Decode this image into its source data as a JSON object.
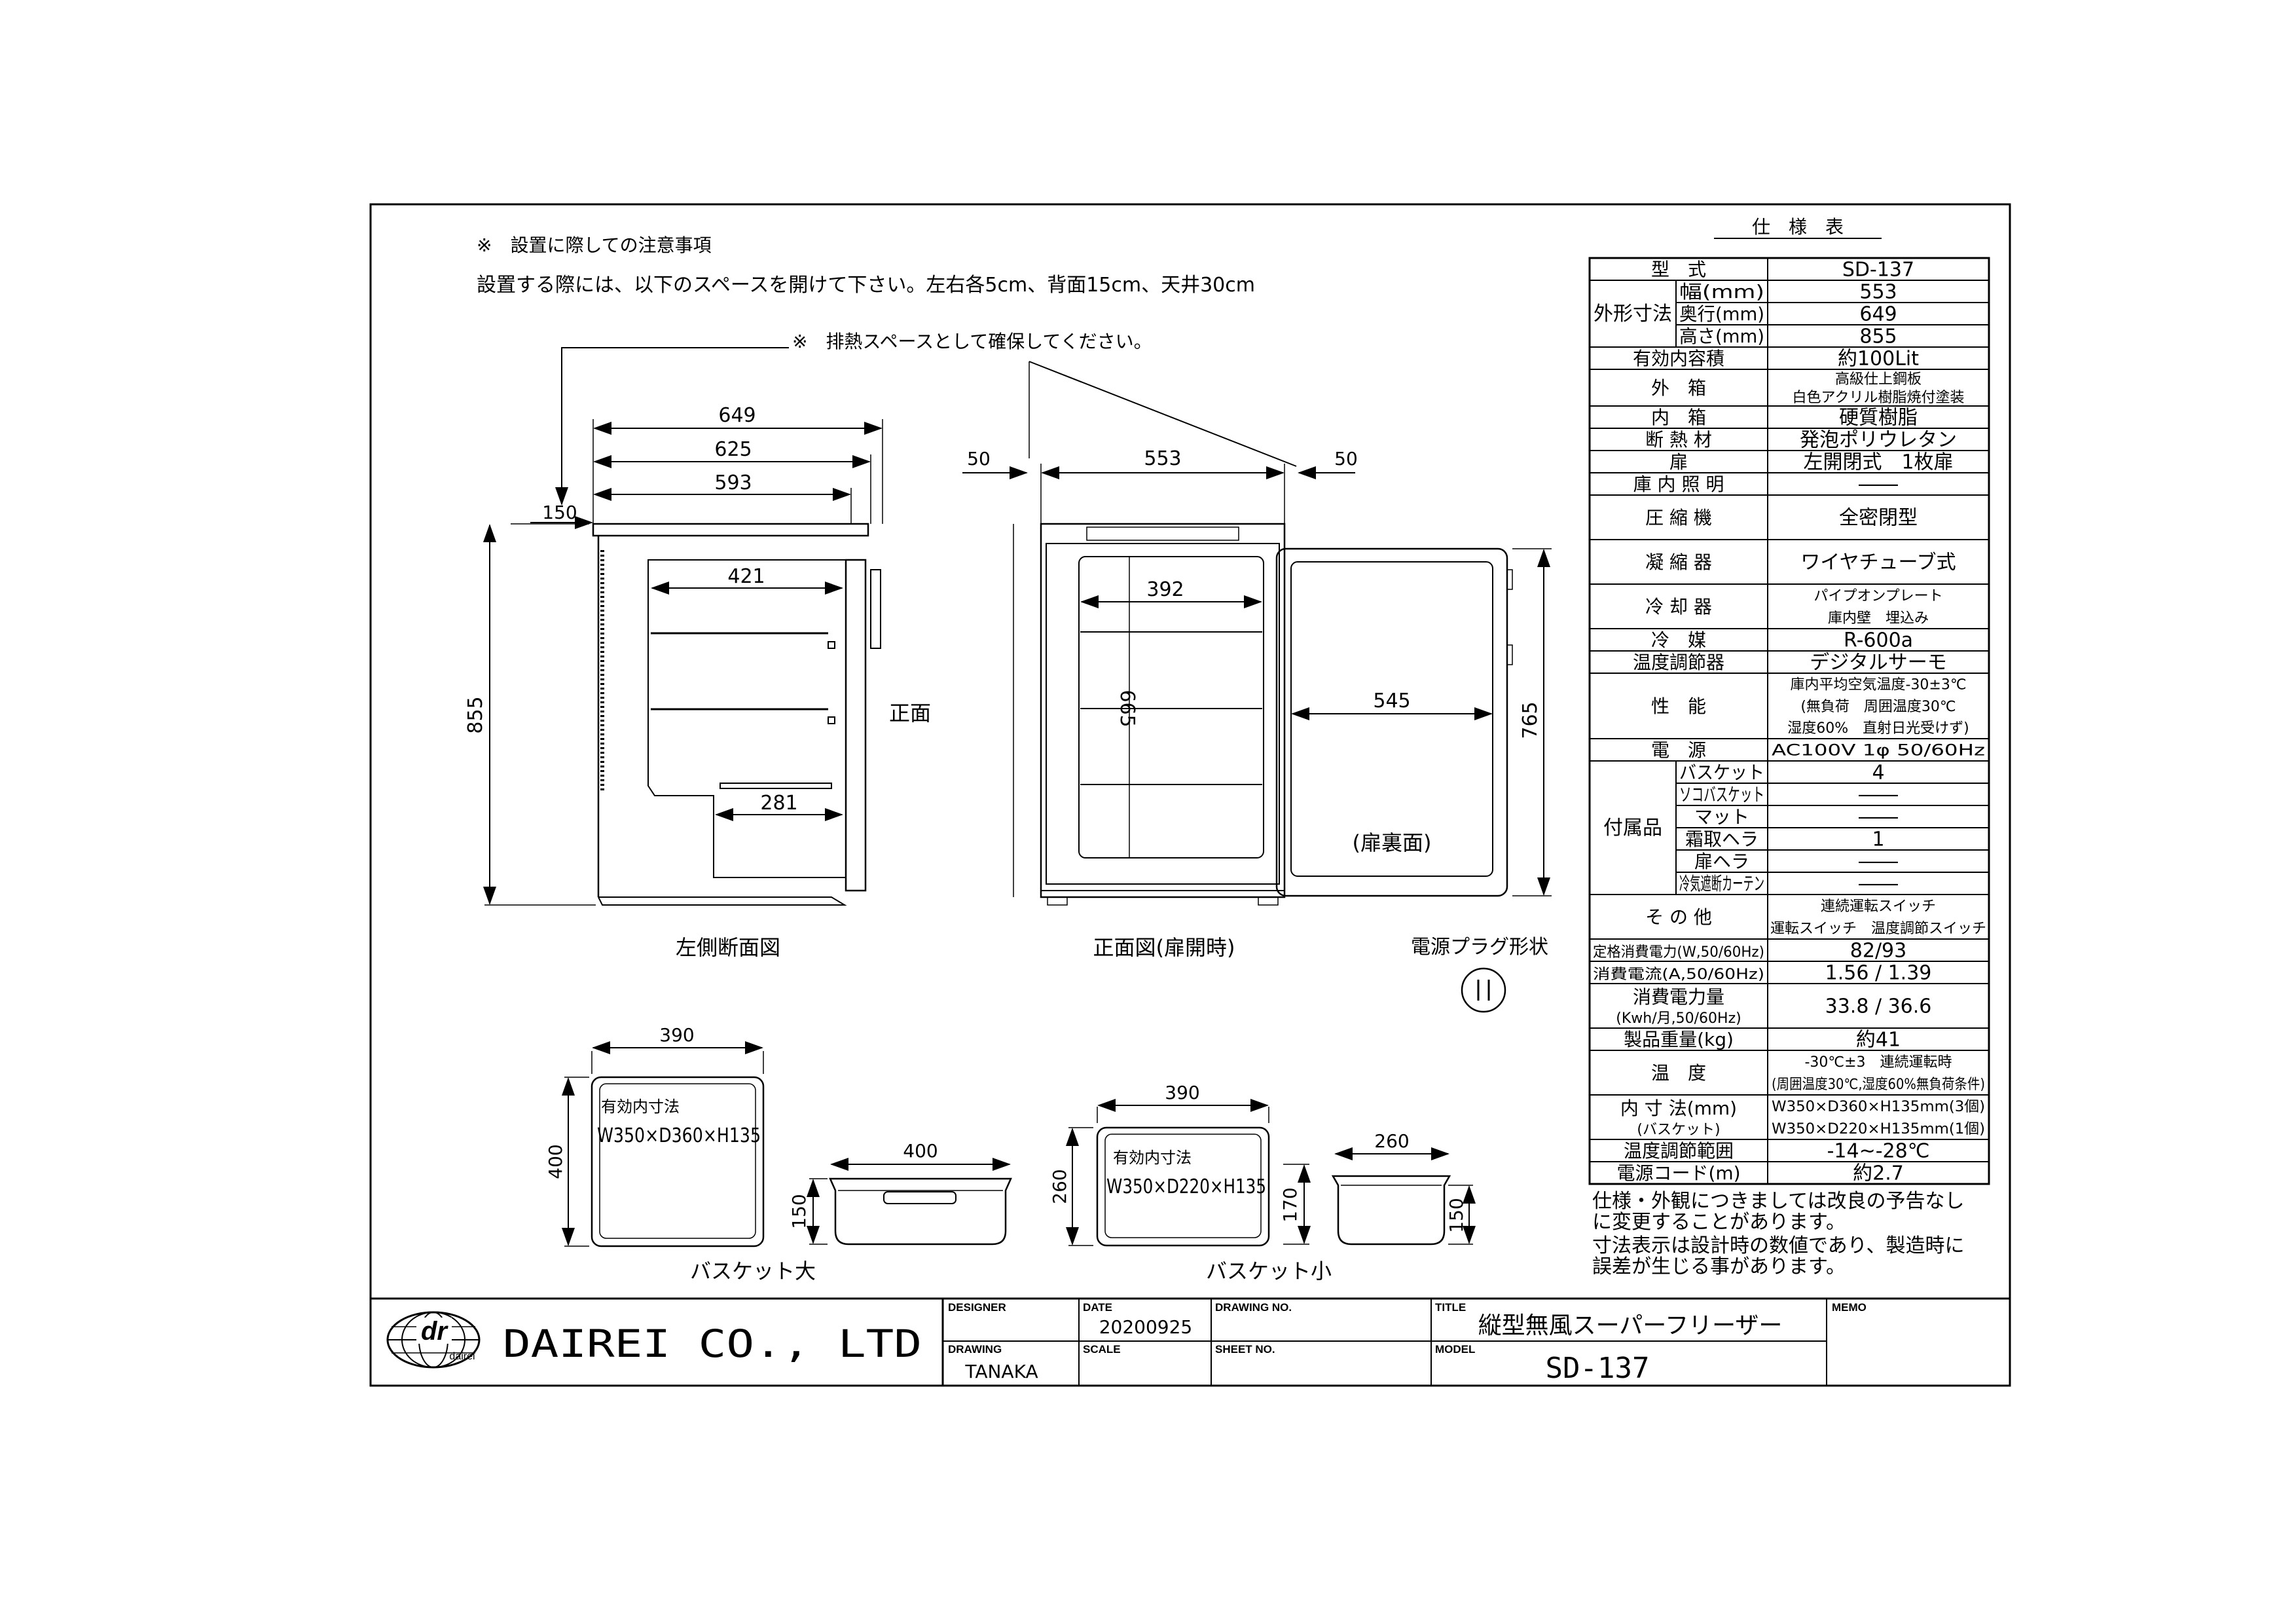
{
  "notes": {
    "heading": "※　設置に際しての注意事項",
    "line1": "設置する際には、以下のスペースを開けて下さい。左右各5cm、背面15cm、天井30cm",
    "exhaust": "※　排熱スペースとして確保してください。"
  },
  "side_view": {
    "dims": [
      "649",
      "625",
      "593",
      "150",
      "421",
      "281",
      "855"
    ],
    "front_label": "正面",
    "caption": "左側断面図"
  },
  "front_view": {
    "dims": [
      "50",
      "553",
      "50",
      "392",
      "665",
      "545",
      "765"
    ],
    "door_label": "(扉裏面)",
    "caption": "正面図(扉開時)"
  },
  "plug": {
    "title": "電源プラグ形状",
    "symbol": "(||)"
  },
  "basket_large": {
    "top_dim": "390",
    "side_dim": "400",
    "inner_label": "有効内寸法",
    "inner_size": "W350×D360×H135",
    "side_len": "400",
    "side_h": "150",
    "caption": "バスケット大"
  },
  "basket_small": {
    "top_dim": "390",
    "side_dim": "260",
    "inner_label": "有効内寸法",
    "inner_size": "W350×D220×H135",
    "side_len": "260",
    "side_h": "170",
    "side_h2": "150",
    "caption": "バスケット小"
  },
  "spec": {
    "title": "仕　様　表",
    "rows": [
      {
        "label": "型　式",
        "value": "SD-137"
      },
      {
        "group": "外形寸法",
        "label": "幅(mm)",
        "value": "553"
      },
      {
        "label": "奥行(mm)",
        "value": "649"
      },
      {
        "label": "高さ(mm)",
        "value": "855"
      },
      {
        "label": "有効内容積",
        "value": "約100Lit"
      },
      {
        "label": "外　箱",
        "value": "高級仕上鋼板",
        "value2": "白色アクリル樹脂焼付塗装"
      },
      {
        "label": "内　箱",
        "value": "硬質樹脂"
      },
      {
        "label": "断 熱 材",
        "value": "発泡ポリウレタン"
      },
      {
        "label": "扉",
        "value": "左開閉式　1枚扉"
      },
      {
        "label": "庫 内 照 明",
        "value": "――"
      },
      {
        "label": "圧 縮 機",
        "value": "全密閉型"
      },
      {
        "label": "凝 縮 器",
        "value": "ワイヤチューブ式"
      },
      {
        "label": "冷 却 器",
        "value": "パイプオンプレート",
        "value2": "庫内壁　埋込み"
      },
      {
        "label": "冷　媒",
        "value": "R-600a"
      },
      {
        "label": "温度調節器",
        "value": "デジタルサーモ"
      },
      {
        "label": "性　能",
        "value": "庫内平均空気温度-30±3℃",
        "value2": "(無負荷　周囲温度30℃",
        "value3": "湿度60%　直射日光受けず)"
      },
      {
        "label": "電　源",
        "value": "AC100V 1φ 50/60Hz"
      },
      {
        "group": "付属品",
        "label": "バスケット",
        "value": "4"
      },
      {
        "label": "ソコバスケット",
        "value": "――"
      },
      {
        "label": "マット",
        "value": "――"
      },
      {
        "label": "霜取ヘラ",
        "value": "1"
      },
      {
        "label": "扉ヘラ",
        "value": "――"
      },
      {
        "label": "冷気遮断カーテン",
        "value": "――"
      },
      {
        "label": "そ の 他",
        "value": "連続運転スイッチ",
        "value2": "運転スイッチ　温度調節スイッチ"
      },
      {
        "label": "定格消費電力(W,50/60Hz)",
        "value": "82/93"
      },
      {
        "label": "消費電流(A,50/60Hz)",
        "value": "1.56 / 1.39"
      },
      {
        "label": "消費電力量",
        "label2": "(Kwh/月,50/60Hz)",
        "value": "33.8 / 36.6"
      },
      {
        "label": "製品重量(kg)",
        "value": "約41"
      },
      {
        "label": "温　度",
        "value": "-30℃±3　連続運転時",
        "value2": "(周囲温度30℃,湿度60%無負荷条件)"
      },
      {
        "label": "内 寸 法(mm)",
        "label2": "(バスケット)",
        "value": "W350×D360×H135mm(3個)",
        "value2": "W350×D220×H135mm(1個)"
      },
      {
        "label": "温度調節範囲",
        "value": "-14~-28℃"
      },
      {
        "label": "電源コード(m)",
        "value": "約2.7"
      }
    ],
    "footnote1": "仕様・外観につきましては改良の予告なし",
    "footnote2": "に変更することがあります。",
    "footnote3": "寸法表示は設計時の数値であり、製造時に",
    "footnote4": "誤差が生じる事があります。"
  },
  "title_block": {
    "company": "DAIREI CO., LTD",
    "logo_main": "dr",
    "logo_sub": "dairei",
    "designer_label": "DESIGNER",
    "date_label": "DATE",
    "date": "20200925",
    "drawing_no_label": "DRAWING NO.",
    "title_label": "TITLE",
    "title": "縦型無風スーパーフリーザー",
    "memo_label": "MEMO",
    "drawing_label": "DRAWING",
    "drawing": "TANAKA",
    "scale_label": "SCALE",
    "sheet_no_label": "SHEET NO.",
    "model_label": "MODEL",
    "model": "SD-137"
  }
}
